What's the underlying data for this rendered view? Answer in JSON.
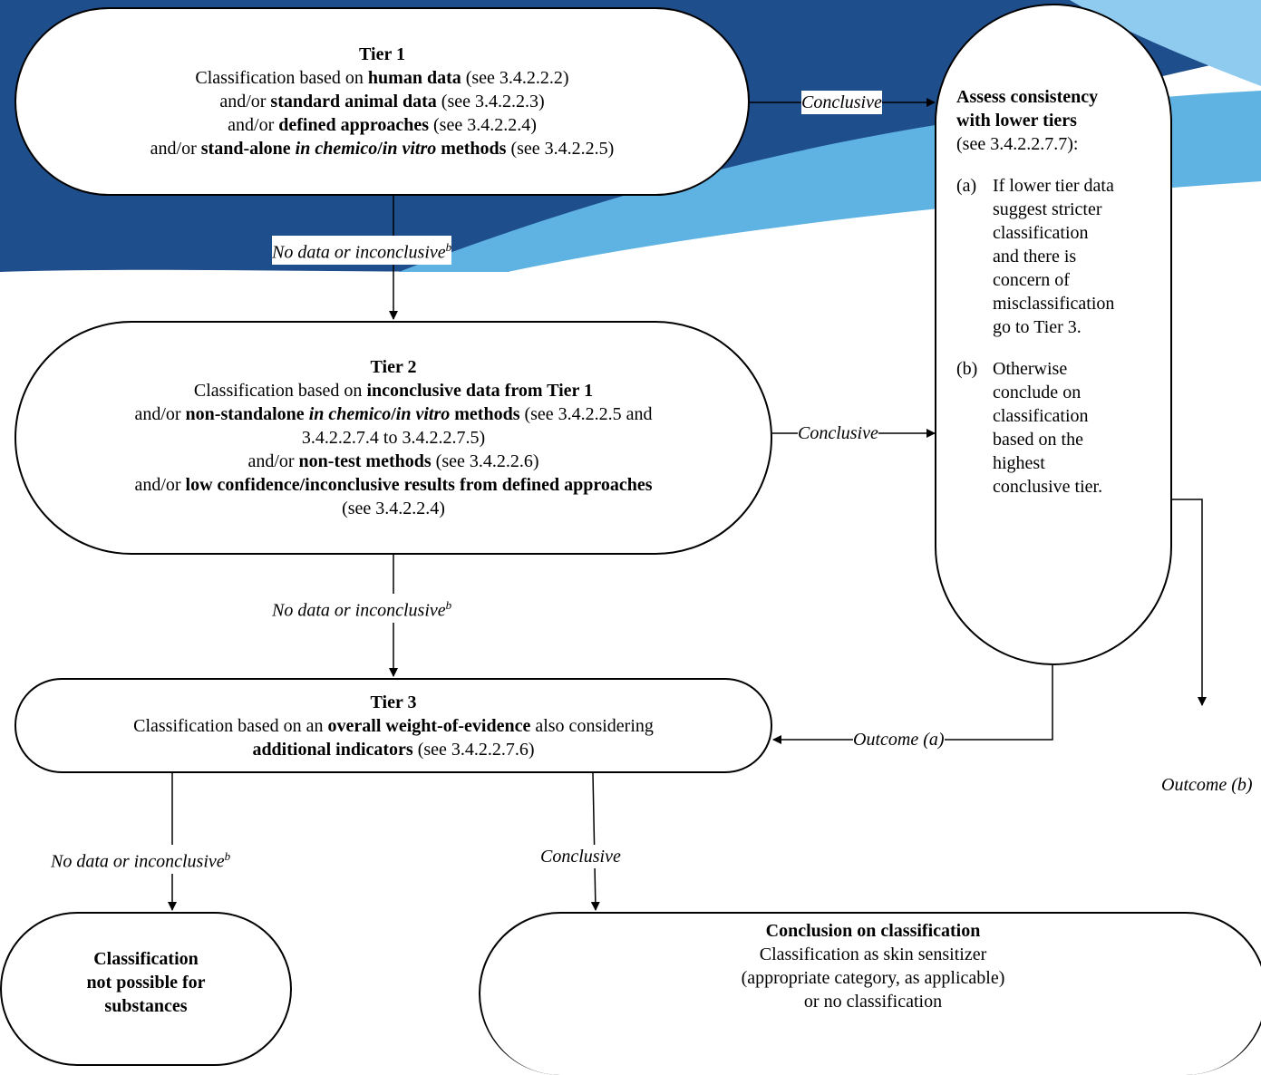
{
  "tier1": {
    "title": "Tier 1",
    "lines": [
      {
        "pre": "Classification based on ",
        "bold": "human data",
        "post": " (see 3.4.2.2.2)"
      },
      {
        "pre": "and/or ",
        "bold": "standard animal data",
        "post": " (see 3.4.2.2.3)"
      },
      {
        "pre": "and/or ",
        "bold": "defined approaches",
        "post": " (see 3.4.2.2.4)"
      }
    ],
    "line4": {
      "pre": "and/or ",
      "bold1": "stand-alone ",
      "boldital1": "in chemico",
      "bold2": "/",
      "boldital2": "in vitro",
      "bold3": " methods",
      "post": " (see 3.4.2.2.5)"
    }
  },
  "tier2": {
    "title": "Tier 2",
    "line1": {
      "pre": "Classification based on ",
      "bold": "inconclusive data from Tier 1"
    },
    "line2": {
      "pre": "and/or ",
      "bold1": "non-standalone ",
      "boldital1": "in chemico",
      "bold2": "/",
      "boldital2": "in vitro",
      "bold3": " methods",
      "post": " (see 3.4.2.2.5 and"
    },
    "line3": "3.4.2.2.7.4 to 3.4.2.2.7.5)",
    "line4": {
      "pre": "and/or ",
      "bold": "non-test methods",
      "post": " (see 3.4.2.2.6)"
    },
    "line5": {
      "pre": "and/or ",
      "bold": "low confidence/inconclusive results from defined approaches"
    },
    "line6": "(see 3.4.2.2.4)"
  },
  "tier3": {
    "title": "Tier 3",
    "line1": {
      "pre": "Classification based on an ",
      "bold": "overall weight-of-evidence",
      "post": " also considering"
    },
    "line2": {
      "bold": "additional indicators",
      "post": " (see 3.4.2.2.7.6)"
    }
  },
  "assess": {
    "title1": "Assess consistency",
    "title2": "with lower tiers",
    "ref": "(see 3.4.2.2.7.7):",
    "a_tag": "(a)",
    "a_lines": [
      "If lower tier data",
      "suggest stricter",
      "classification",
      "and  there is",
      "concern of",
      "misclassification",
      "go to Tier 3."
    ],
    "b_tag": "(b)",
    "b_lines": [
      "Otherwise",
      "conclude on",
      "classification",
      "based on the",
      "highest",
      "conclusive tier."
    ]
  },
  "not_possible": {
    "lines": [
      "Classification",
      "not possible for",
      "substances"
    ]
  },
  "conclusion": {
    "title": "Conclusion on classification",
    "lines": [
      "Classification as skin sensitizer",
      "(appropriate category, as applicable)",
      "or no classification"
    ]
  },
  "labels": {
    "conclusive_t1": "Conclusive",
    "conclusive_t2": "Conclusive",
    "conclusive_t3": "Conclusive",
    "nodata_text": "No data or inconclusive",
    "nodata_sup": "b",
    "outcome_a": "Outcome (a)",
    "outcome_b": "Outcome (b)"
  },
  "colors": {
    "bg_dark": "#1f4e8c",
    "bg_light": "#5fb3e3"
  }
}
